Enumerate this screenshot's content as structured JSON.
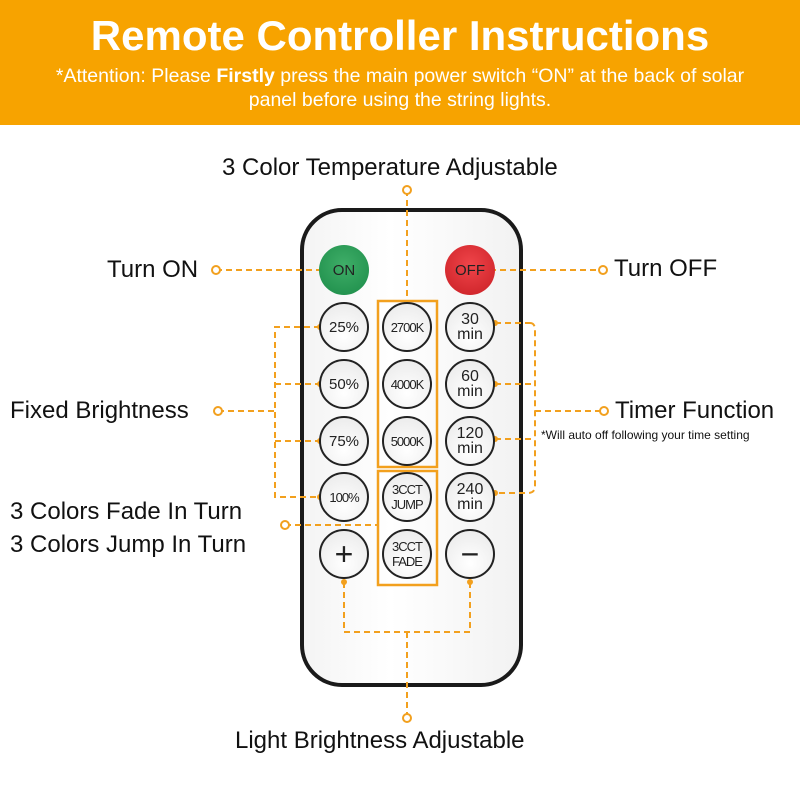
{
  "header": {
    "title": "Remote Controller Instructions",
    "attention_prefix": "*Attention: Please ",
    "attention_bold": "Firstly",
    "attention_suffix": " press the main power switch “ON” at the back of solar panel before using the string lights."
  },
  "labels": {
    "color_temp": "3 Color Temperature Adjustable",
    "turn_on": "Turn ON",
    "turn_off": "Turn OFF",
    "fixed_brightness": "Fixed Brightness",
    "timer": "Timer Function",
    "timer_note": "*Will auto off following your time setting",
    "fade": "3 Colors Fade In Turn",
    "jump": "3 Colors Jump In Turn",
    "brightness_adj": "Light Brightness Adjustable"
  },
  "buttons": {
    "on": "ON",
    "off": "OFF",
    "b25": "25%",
    "b50": "50%",
    "b75": "75%",
    "b100": "100%",
    "k2700": "2700K",
    "k4000": "4000K",
    "k5000": "5000K",
    "jump1": "3CCT",
    "jump2": "JUMP",
    "fade1": "3CCT",
    "fade2": "FADE",
    "t30": "30",
    "t60": "60",
    "t120": "120",
    "t240": "240",
    "min": "min",
    "plus": "+",
    "minus": "−"
  },
  "colors": {
    "accent": "#f7a300",
    "on": "#1b8b48",
    "off": "#c81e24"
  }
}
